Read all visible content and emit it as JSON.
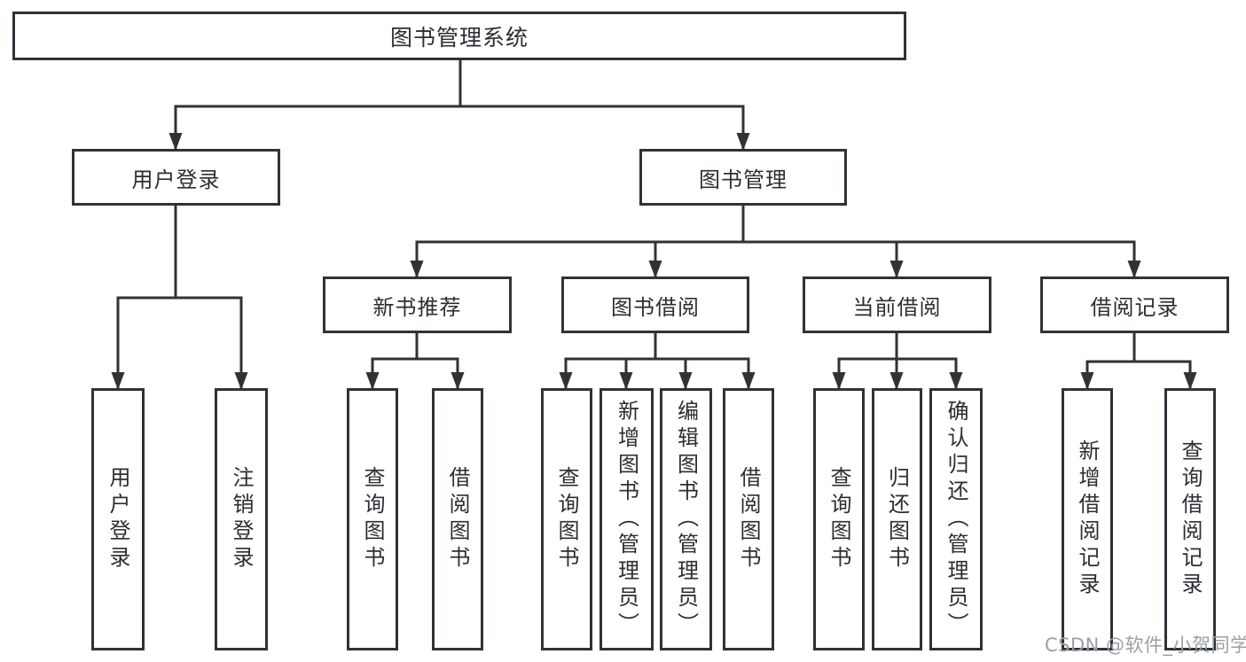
{
  "diagram": {
    "root": {
      "label": "图书管理系统"
    },
    "level2": [
      {
        "label": "用户登录"
      },
      {
        "label": "图书管理"
      }
    ],
    "level3": [
      {
        "label": "新书推荐"
      },
      {
        "label": "图书借阅"
      },
      {
        "label": "当前借阅"
      },
      {
        "label": "借阅记录"
      }
    ],
    "leaves": {
      "user_login": [
        {
          "label": "用户登录"
        },
        {
          "label": "注销登录"
        }
      ],
      "new_book_recommendation": [
        {
          "label": "查询图书"
        },
        {
          "label": "借阅图书"
        }
      ],
      "book_borrowing": [
        {
          "label": "查询图书"
        },
        {
          "label": "新增图书（管理员）"
        },
        {
          "label": "编辑图书（管理员）"
        },
        {
          "label": "借阅图书"
        }
      ],
      "current_borrowing": [
        {
          "label": "查询图书"
        },
        {
          "label": "归还图书"
        },
        {
          "label": "确认归还（管理员）"
        }
      ],
      "borrowing_records": [
        {
          "label": "新增借阅记录"
        },
        {
          "label": "查询借阅记录"
        }
      ]
    },
    "watermark": "CSDN @软件_小贺同学",
    "colors": {
      "line": "#303236",
      "border": "#2f3236",
      "text": "#2b2e33",
      "watermark": "#9aa0a6",
      "background": "#ffffff"
    }
  }
}
